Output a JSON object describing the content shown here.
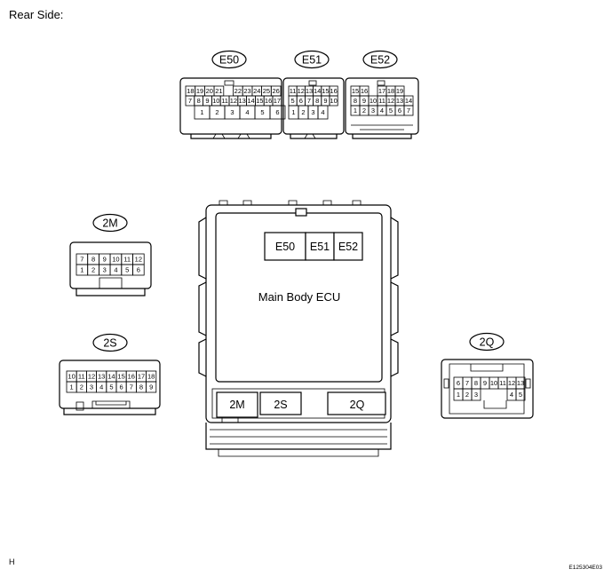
{
  "header": {
    "view_label": "Rear Side:"
  },
  "footer": {
    "left_code": "H",
    "figure_id": "E125304E03"
  },
  "ecu": {
    "title": "Main Body ECU",
    "upper_sockets": [
      "E50",
      "E51",
      "E52"
    ],
    "lower_sockets": [
      "2M",
      "2S",
      "2Q"
    ]
  },
  "connectors": {
    "E50": {
      "label": "E50",
      "rows": [
        [
          "18",
          "19",
          "20",
          "21",
          "",
          "22",
          "23",
          "24",
          "25",
          "26"
        ],
        [
          "7",
          "8",
          "9",
          "10",
          "11",
          "12",
          "13",
          "14",
          "15",
          "16",
          "17"
        ],
        [
          "1",
          "2",
          "3",
          "4",
          "5",
          "6"
        ]
      ]
    },
    "E51": {
      "label": "E51",
      "rows": [
        [
          "11",
          "12",
          "13",
          "14",
          "15",
          "16"
        ],
        [
          "5",
          "6",
          "7",
          "8",
          "9",
          "10"
        ],
        [
          "1",
          "2",
          "3",
          "4"
        ]
      ]
    },
    "E52": {
      "label": "E52",
      "rows": [
        [
          "15",
          "16",
          "",
          "17",
          "18",
          "19"
        ],
        [
          "8",
          "9",
          "10",
          "11",
          "12",
          "13",
          "14"
        ],
        [
          "1",
          "2",
          "3",
          "4",
          "5",
          "6",
          "7"
        ]
      ]
    },
    "2M": {
      "label": "2M",
      "rows": [
        [
          "7",
          "8",
          "9",
          "10",
          "11",
          "12"
        ],
        [
          "1",
          "2",
          "3",
          "4",
          "5",
          "6"
        ]
      ]
    },
    "2S": {
      "label": "2S",
      "rows": [
        [
          "10",
          "11",
          "12",
          "13",
          "14",
          "15",
          "16",
          "17",
          "18"
        ],
        [
          "1",
          "2",
          "3",
          "4",
          "5",
          "6",
          "7",
          "8",
          "9"
        ]
      ]
    },
    "2Q": {
      "label": "2Q",
      "rows": [
        [
          "6",
          "7",
          "8",
          "9",
          "10",
          "11",
          "12",
          "13"
        ],
        [
          "1",
          "2",
          "3",
          "",
          "",
          "",
          "4",
          "5"
        ]
      ]
    }
  }
}
